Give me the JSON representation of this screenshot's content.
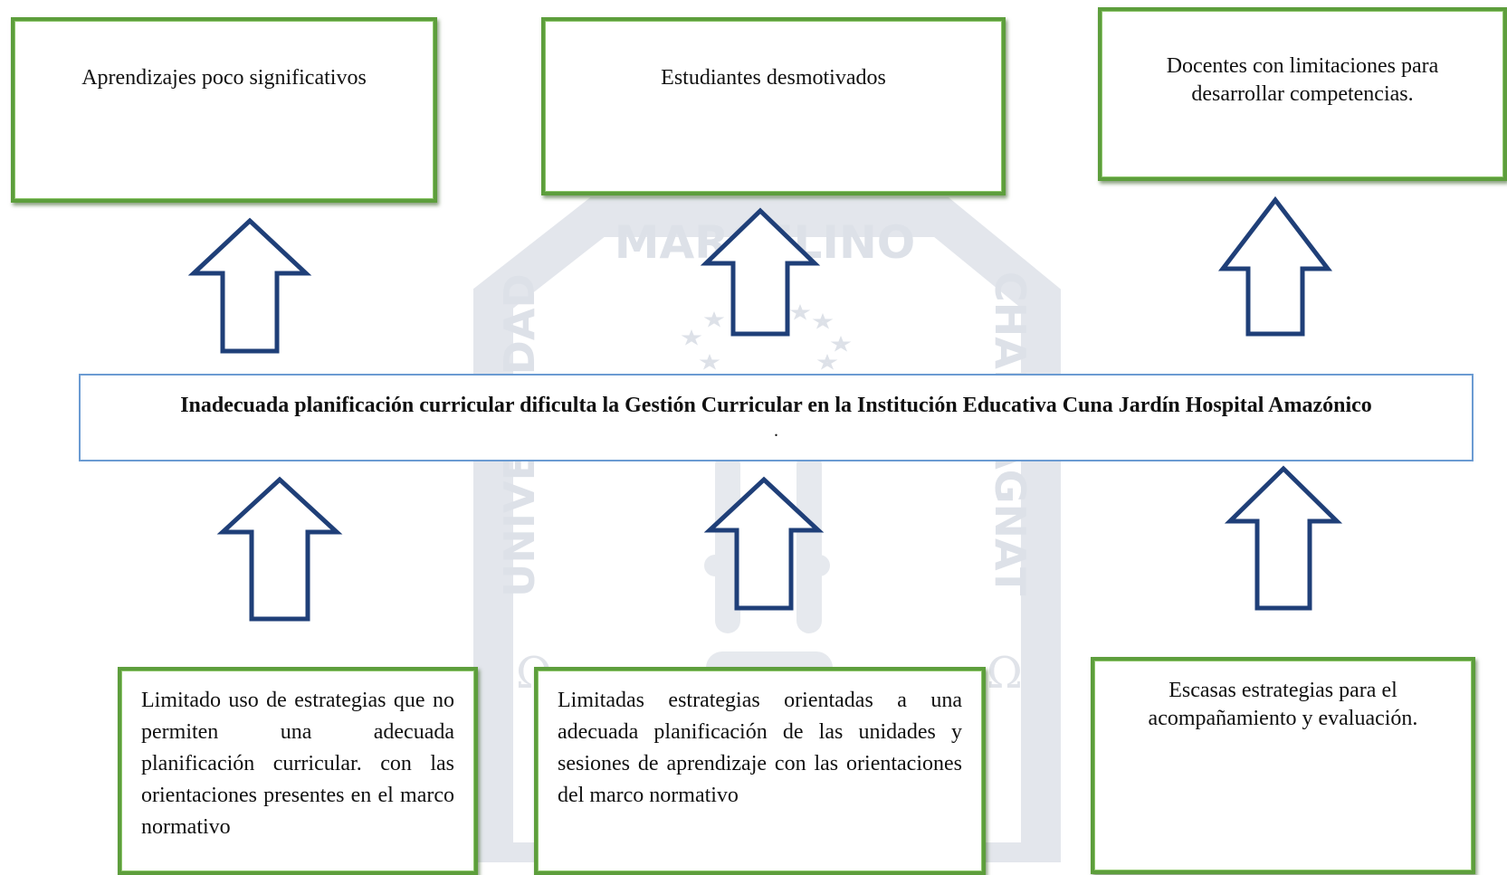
{
  "watermark": {
    "top_text": "MARCELINO",
    "left_text": "UNIVERSIDAD",
    "right_text": "CHAMPAGNAT",
    "color": "#dde1e8"
  },
  "colors": {
    "effect_border": "#5d9e3c",
    "problem_border": "#6b9bd2",
    "arrow_stroke": "#1f3f78"
  },
  "effects": [
    {
      "text": "Aprendizajes poco significativos"
    },
    {
      "text": "Estudiantes desmotivados"
    },
    {
      "text": "Docentes con limitaciones para desarrollar competencias."
    }
  ],
  "problem": {
    "text": "Inadecuada planificación curricular dificulta la Gestión Curricular en la Institución Educativa Cuna Jardín Hospital Amazónico",
    "trailing": "."
  },
  "causes": [
    {
      "text": "Limitado uso de estrategias que no permiten una adecuada planificación curricular. con las orientaciones presentes en el marco normativo"
    },
    {
      "text": "Limitadas estrategias orientadas a una adecuada planificación de las unidades y sesiones de aprendizaje con las orientaciones del marco normativo"
    },
    {
      "text": "Escasas estrategias para el acompañamiento y evaluación."
    }
  ]
}
